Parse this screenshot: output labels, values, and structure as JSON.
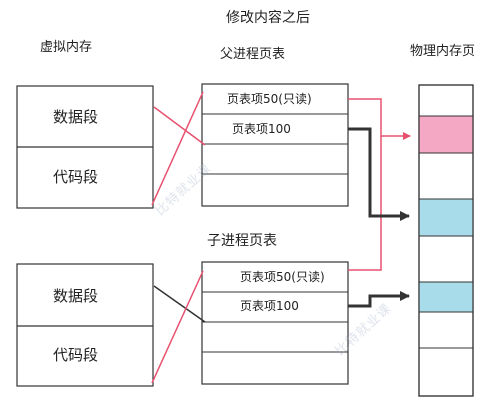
{
  "title": "修改内容之后",
  "virtual_memory": {
    "header": "虚拟内存",
    "upper": {
      "data_segment": "数据段",
      "code_segment": "代码段"
    },
    "lower": {
      "data_segment": "数据段",
      "code_segment": "代码段"
    }
  },
  "parent_page_table": {
    "header": "父进程页表",
    "entries": [
      "页表项50(只读)",
      "页表项100"
    ]
  },
  "child_page_table": {
    "header": "子进程页表",
    "entries": [
      "页表项50(只读)",
      "页表项100"
    ]
  },
  "physical_memory": {
    "header": "物理内存页",
    "highlight_colors": {
      "modified_page": "#f5a8c4",
      "shared_page": "#a8dcea"
    }
  },
  "colors": {
    "red_arrow": "#e8506e",
    "dark_arrow": "#333333",
    "border": "#333333"
  },
  "watermark": "比特就业课"
}
